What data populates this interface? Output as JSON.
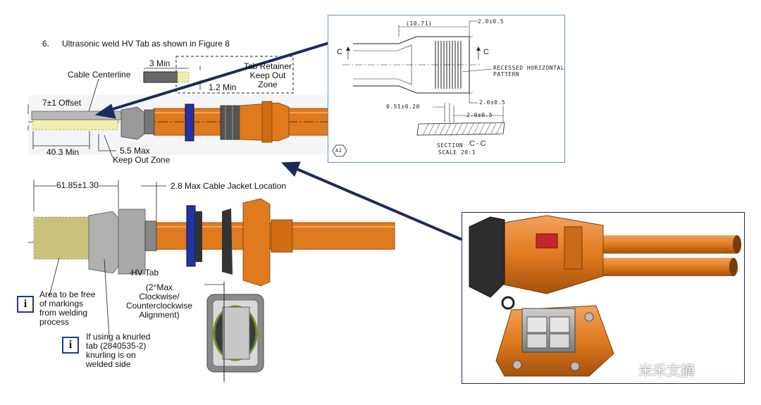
{
  "step": {
    "number": "6.",
    "text": "Ultrasonic weld HV Tab as shown in Figure 8"
  },
  "top_view": {
    "min3": "3 Min",
    "min12": "1.2 Min",
    "tab_retainer": "Tab Retainer\nKeep Out\nZone",
    "cable_centerline": "Cable Centerline",
    "offset": "7±1 Offset",
    "dim_40": "40.3 Min",
    "max_55": "5.5 Max",
    "keep_out_zone": "Keep Out Zone"
  },
  "bottom_view": {
    "dim_6185": "61.85±1.30",
    "cable_jacket": "2.8 Max Cable Jacket Location",
    "hv_tab": "HV Tab",
    "alignment": "(2°Max\nClockwise/\nCounterclockwise\nAlignment)",
    "note1": "Area to be free\nof markings\nfrom welding\nprocess",
    "note2": "If using a knurled\ntab (2840535-2)\nknurling is on\nwelded side",
    "info_glyph": "i"
  },
  "section_panel": {
    "dim_1071": "(10.71)",
    "dim_2a": "2.0±0.5",
    "dim_2b": "2.0±0.5",
    "dim_2c": "2.0±0.5",
    "dim_051": "0.51±0.20",
    "pattern": "RECESSED HORIZONTAL\nPATTERN",
    "c_left": "C",
    "c_right": "C",
    "section_word": "SECTION",
    "section_id": "C-C",
    "scale": "SCALE  20:1",
    "sheet_ref": "A2"
  },
  "watermark": "米禾文摘",
  "colors": {
    "cable_orange": "#e07a1f",
    "arrow_navy": "#1c2a5e",
    "panel_border": "#6a8fc8",
    "info_blue": "#1f3a8a",
    "grey_tab": "#a9a9a9",
    "blue_seal": "#2233aa",
    "weld_area": "#c9c27a"
  }
}
